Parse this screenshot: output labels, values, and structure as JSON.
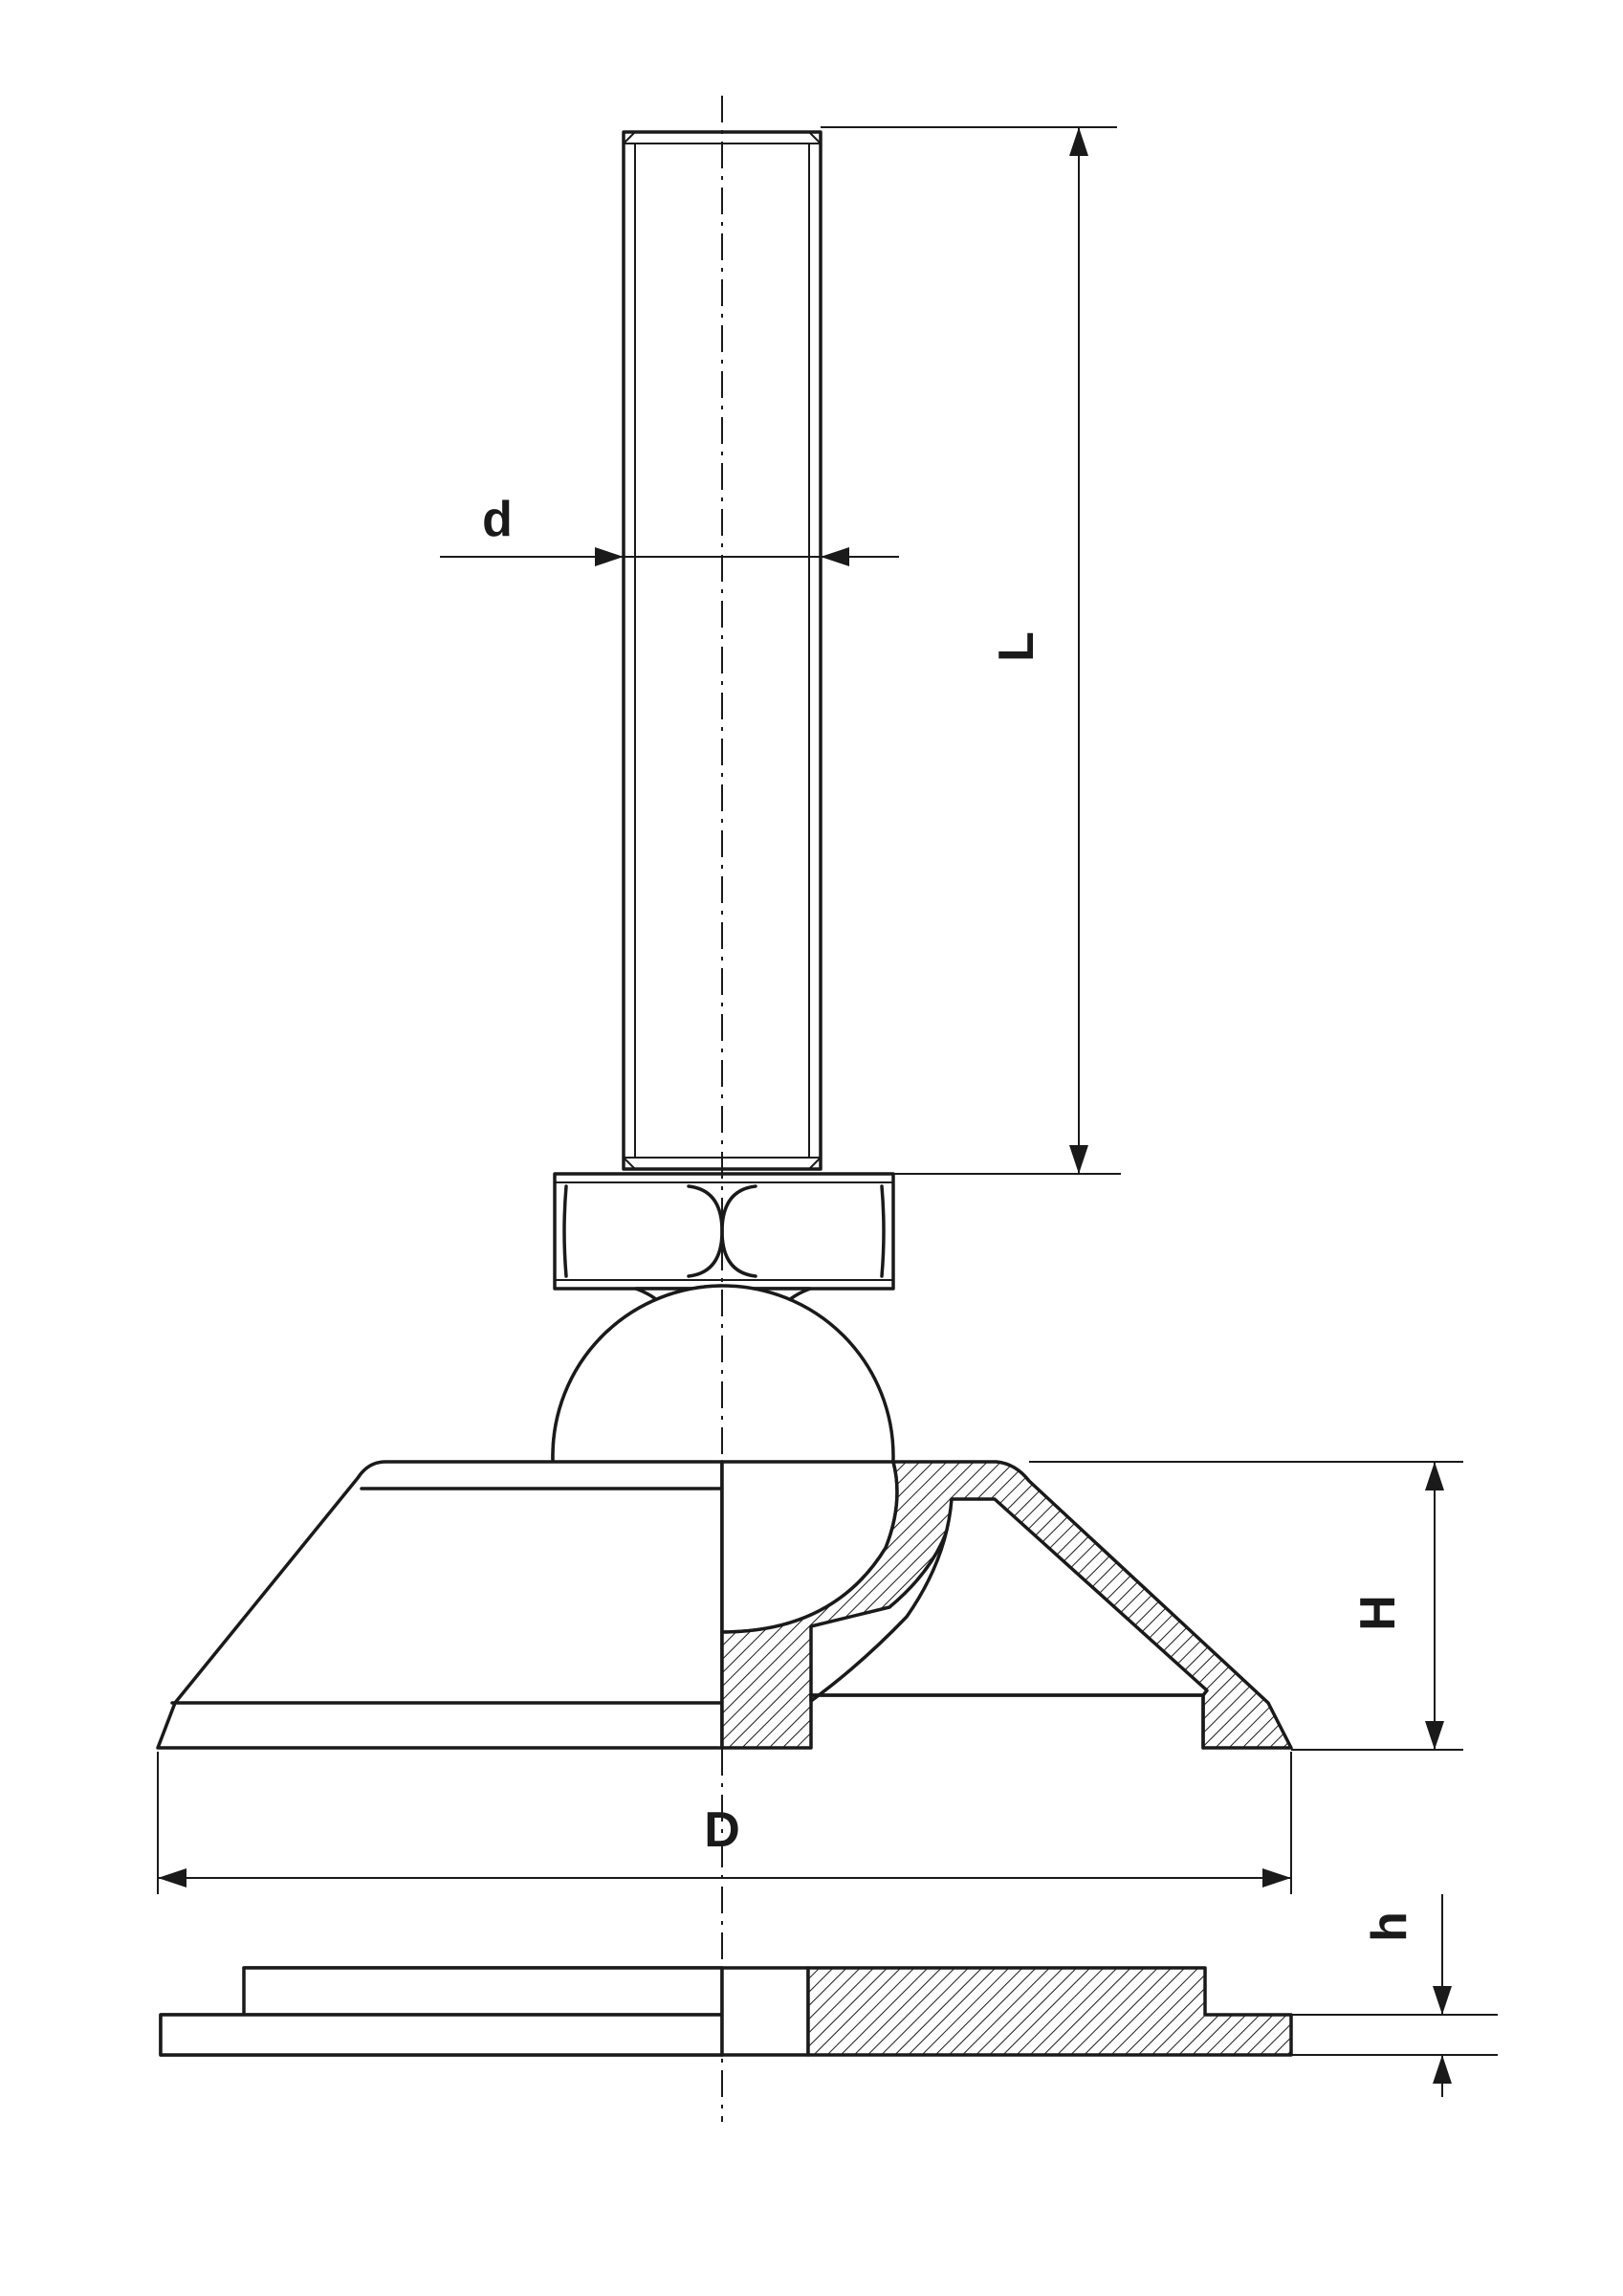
{
  "labels": {
    "d": "d",
    "L": "L",
    "H": "H",
    "D": "D",
    "h": "h"
  },
  "colors": {
    "line": "#1a1a1a",
    "background": "#ffffff"
  }
}
